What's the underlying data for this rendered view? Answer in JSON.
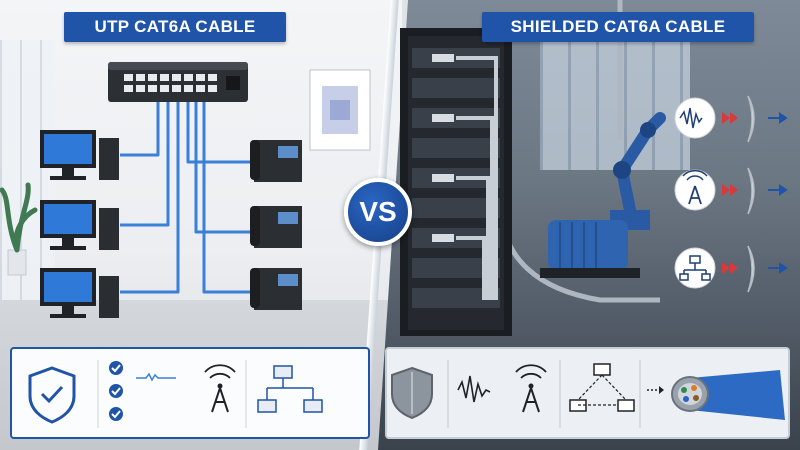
{
  "left_panel": {
    "title": "UTP CAT6A CABLE",
    "title_color": "#1f54a8",
    "cable_color": "#3a7fd8",
    "icons": [
      "switch-icon",
      "desktop-computer-icon",
      "ip-phone-icon",
      "wall-art-icon",
      "plant-icon"
    ],
    "feature_icons": [
      "shield-icon",
      "checkmark-icon",
      "signal-wave-icon",
      "radio-tower-icon",
      "network-topology-icon"
    ]
  },
  "right_panel": {
    "title": "SHIELDED CAT6A CABLE",
    "title_color": "#1f54a8",
    "cable_color": "#b9c1ca",
    "icons": [
      "server-rack-icon",
      "industrial-robot-arm-icon",
      "electric-motor-icon",
      "pipe-icon"
    ],
    "interference_icons": [
      "noise-wave-icon",
      "radio-tower-icon",
      "network-topology-icon",
      "shield-foil-icon"
    ],
    "feature_icons": [
      "metal-shield-icon",
      "noise-wave-icon",
      "radio-tower-icon",
      "network-topology-icon",
      "shielded-cable-cross-section-icon"
    ]
  },
  "vs_badge": {
    "label": "VS",
    "color": "#1f54a8"
  }
}
